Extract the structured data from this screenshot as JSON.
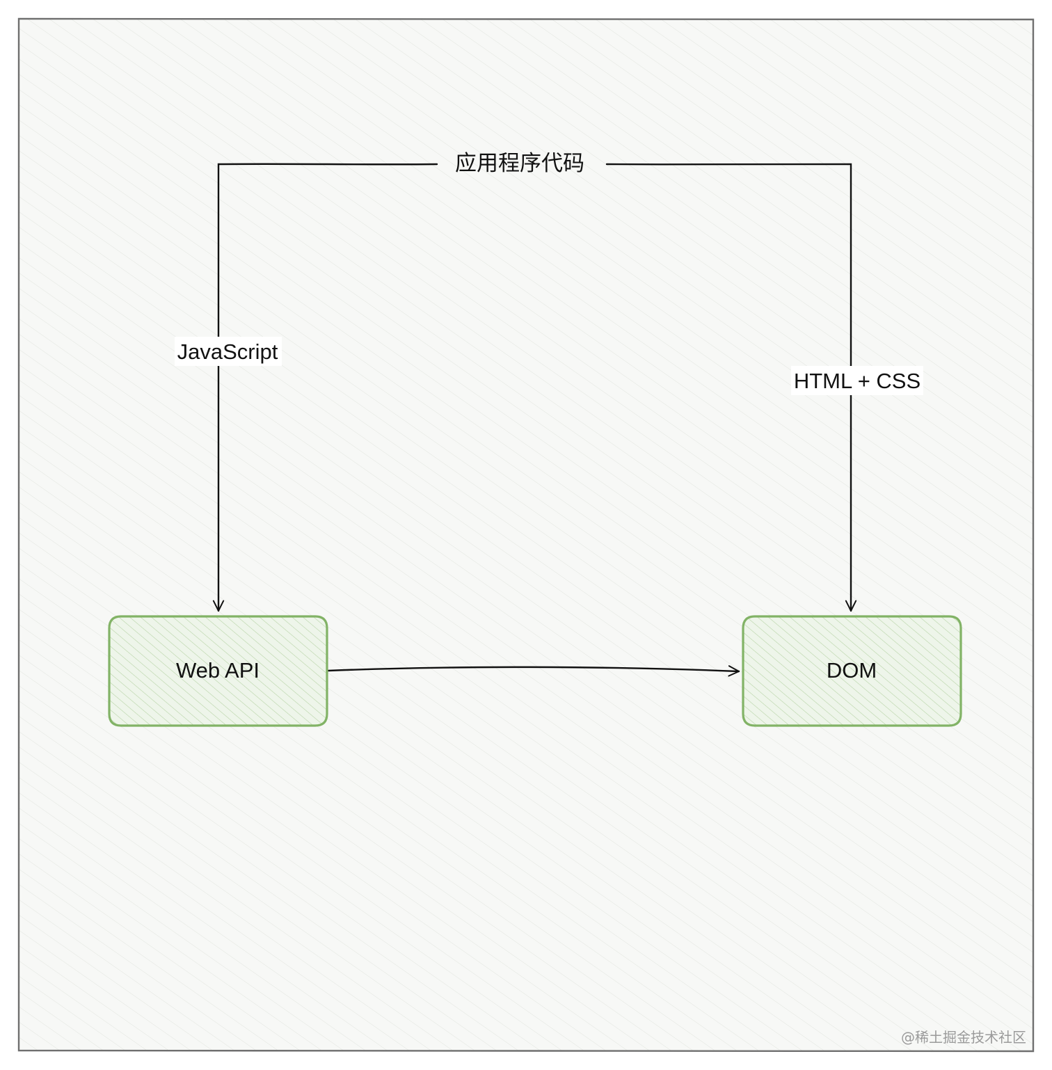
{
  "diagram": {
    "nodes": {
      "source": {
        "label": "应用程序代码"
      },
      "web_api": {
        "label": "Web API"
      },
      "dom": {
        "label": "DOM"
      }
    },
    "edges": {
      "javascript": {
        "label": "JavaScript"
      },
      "html_css": {
        "label": "HTML + CSS"
      }
    }
  },
  "watermark": "@稀土掘金技术社区",
  "colors": {
    "canvas_background": "#f7f8f6",
    "canvas_border": "#6f6f6f",
    "box_stroke": "#82b366",
    "box_fill": "#d5e8d4",
    "hatch": "#cfd3cc",
    "box_hatch": "#b7d3a6",
    "line": "#111111",
    "watermark": "#9a9a9a"
  }
}
